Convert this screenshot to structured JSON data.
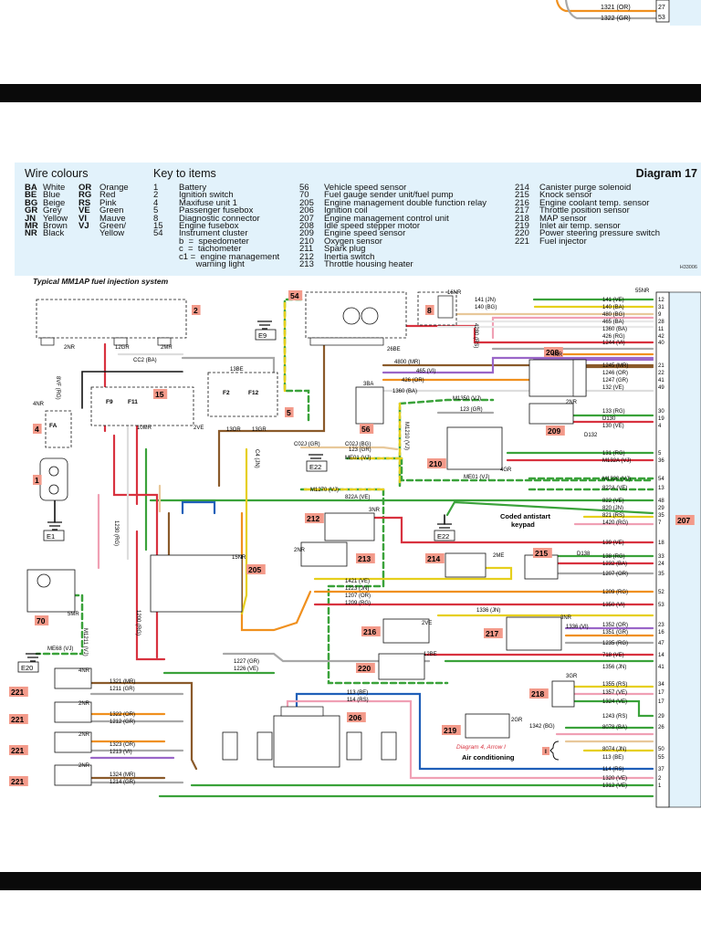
{
  "page": {
    "diagram_title": "Diagram 17",
    "subtitle": "Typical MM1AP fuel injection system",
    "ref_code": "H33006"
  },
  "wire_colours": {
    "title": "Wire colours",
    "left": [
      [
        "BA",
        "White"
      ],
      [
        "BE",
        "Blue"
      ],
      [
        "BG",
        "Beige"
      ],
      [
        "GR",
        "Grey"
      ],
      [
        "JN",
        "Yellow"
      ],
      [
        "MR",
        "Brown"
      ],
      [
        "NR",
        "Black"
      ]
    ],
    "right": [
      [
        "OR",
        "Orange"
      ],
      [
        "RG",
        "Red"
      ],
      [
        "RS",
        "Pink"
      ],
      [
        "VE",
        "Green"
      ],
      [
        "VI",
        "Mauve"
      ],
      [
        "VJ",
        "Green/"
      ],
      [
        "",
        "Yellow"
      ]
    ]
  },
  "key_to_items": {
    "title": "Key to items",
    "col1": [
      [
        "1",
        "Battery"
      ],
      [
        "2",
        "Ignition switch"
      ],
      [
        "4",
        "Maxifuse unit 1"
      ],
      [
        "5",
        "Passenger fusebox"
      ],
      [
        "8",
        "Diagnostic connector"
      ],
      [
        "15",
        "Engine fusebox"
      ],
      [
        "54",
        "Instrument cluster"
      ],
      [
        "",
        "b  =  speedometer"
      ],
      [
        "",
        "c  =  tachometer"
      ],
      [
        "",
        "c1 =  engine management"
      ],
      [
        "",
        "       warning light"
      ]
    ],
    "col2": [
      [
        "56",
        "Vehicle speed sensor"
      ],
      [
        "70",
        "Fuel gauge sender unit/fuel pump"
      ],
      [
        "205",
        "Engine management double function relay"
      ],
      [
        "206",
        "Ignition coil"
      ],
      [
        "207",
        "Engine management control unit"
      ],
      [
        "208",
        "Idle speed stepper motor"
      ],
      [
        "209",
        "Engine speed sensor"
      ],
      [
        "210",
        "Oxygen sensor"
      ],
      [
        "211",
        "Spark plug"
      ],
      [
        "212",
        "Inertia switch"
      ],
      [
        "213",
        "Throttle housing heater"
      ]
    ],
    "col3": [
      [
        "214",
        "Canister purge solenoid"
      ],
      [
        "215",
        "Knock sensor"
      ],
      [
        "216",
        "Engine coolant temp. sensor"
      ],
      [
        "217",
        "Throttle position sensor"
      ],
      [
        "218",
        "MAP sensor"
      ],
      [
        "219",
        "Inlet air temp. sensor"
      ],
      [
        "220",
        "Power steering pressure switch"
      ],
      [
        "221",
        "Fuel injector"
      ]
    ]
  },
  "top_fragment": {
    "wires": [
      "1321 (OR)",
      "1322 (GR)"
    ],
    "pins": [
      "27",
      "53"
    ]
  },
  "components": {
    "c1": "1",
    "c2": "2",
    "c4": "4",
    "c5": "5",
    "c8": "8",
    "c15": "15",
    "c54": "54",
    "c56": "56",
    "c70": "70",
    "c205": "205",
    "c206": "206",
    "c207": "207",
    "c208": "208",
    "c209": "209",
    "c210": "210",
    "c212": "212",
    "c213": "213",
    "c214": "214",
    "c215": "215",
    "c216": "216",
    "c217": "217",
    "c218": "218",
    "c219": "219",
    "c220": "220",
    "c221": "221"
  },
  "earths": [
    "E1",
    "E9",
    "E20",
    "E22"
  ],
  "fuses": [
    "FA",
    "F9",
    "F11",
    "F2",
    "F12"
  ],
  "ecu_labels": [
    {
      "wire": "141 (VE)",
      "pin": "12"
    },
    {
      "wire": "140 (BA)",
      "pin": "31"
    },
    {
      "wire": "480 (BG)",
      "pin": "9"
    },
    {
      "wire": "465 (BA)",
      "pin": "28"
    },
    {
      "wire": "1360 (BA)",
      "pin": "11"
    },
    {
      "wire": "426 (RG)",
      "pin": "42"
    },
    {
      "wire": "1244 (VI)",
      "pin": "40"
    },
    {
      "wire": "1245 (MR)",
      "pin": "21"
    },
    {
      "wire": "1246 (OR)",
      "pin": "22"
    },
    {
      "wire": "1247 (GR)",
      "pin": "41"
    },
    {
      "wire": "132 (VE)",
      "pin": "49"
    },
    {
      "wire": "133 (RG)",
      "pin": "30"
    },
    {
      "wire": "D130",
      "pin": "19"
    },
    {
      "wire": "130 (VE)",
      "pin": "4"
    },
    {
      "wire": "131 (RG)",
      "pin": "5"
    },
    {
      "wire": "M132A (VJ)",
      "pin": "36"
    },
    {
      "wire": "M1320 (VJ)",
      "pin": "54"
    },
    {
      "wire": "822A (VE)",
      "pin": "13"
    },
    {
      "wire": "822 (VE)",
      "pin": "48"
    },
    {
      "wire": "820 (JN)",
      "pin": "29"
    },
    {
      "wire": "821 (RS)",
      "pin": "35"
    },
    {
      "wire": "1420 (RG)",
      "pin": "7"
    },
    {
      "wire": "139 (VE)",
      "pin": "18"
    },
    {
      "wire": "138 (RG)",
      "pin": "33"
    },
    {
      "wire": "1232 (BA)",
      "pin": "24"
    },
    {
      "wire": "1207 (OR)",
      "pin": "35"
    },
    {
      "wire": "1209 (RG)",
      "pin": "52"
    },
    {
      "wire": "1350 (VI)",
      "pin": "53"
    },
    {
      "wire": "1352 (OR)",
      "pin": "23"
    },
    {
      "wire": "1351 (GR)",
      "pin": "16"
    },
    {
      "wire": "1235 (RG)",
      "pin": "47"
    },
    {
      "wire": "718 (VE)",
      "pin": "14"
    },
    {
      "wire": "1356 (JN)",
      "pin": "41"
    },
    {
      "wire": "1355 (RS)",
      "pin": "34"
    },
    {
      "wire": "1357 (VE)",
      "pin": "17"
    },
    {
      "wire": "1324 (VE)",
      "pin": "17"
    },
    {
      "wire": "1243 (RS)",
      "pin": "29"
    },
    {
      "wire": "8078 (BA)",
      "pin": "26"
    },
    {
      "wire": "8074 (JN)",
      "pin": "50"
    },
    {
      "wire": "113 (BE)",
      "pin": "55"
    },
    {
      "wire": "114 (RS)",
      "pin": "37"
    },
    {
      "wire": "1320 (VE)",
      "pin": "2"
    },
    {
      "wire": "1312 (VE)",
      "pin": "1"
    }
  ],
  "wire_labels": {
    "l1": "CC2 (BA)",
    "l2": "4NR",
    "l3": "2NR",
    "l4": "12GR",
    "l5": "2MR",
    "l6": "10MR",
    "l7": "2VE",
    "l8": "13BE",
    "l9": "13OR",
    "l10": "13GR",
    "l11": "16NR",
    "l12": "55NR",
    "l13": "4800 (MR)",
    "l14": "426 (OR)",
    "l15": "3BA",
    "l16": "M1350 (VJ)",
    "l17": "123 (GR)",
    "l18": "C02J (GR)",
    "l19": "C02J (BG)",
    "l20": "123 (GR)",
    "l21": "ME01 (VJ)",
    "l22": "M1270 (VJ)",
    "l23": "822A (VE)",
    "l24": "3NR",
    "l25": "1421 (VE)",
    "l26": "1223 (JN)",
    "l27": "1207 (OR)",
    "l28": "1209 (RG)",
    "l29": "ME68 (VJ)",
    "l30": "1227 (GR)",
    "l31": "1226 (VE)",
    "l32": "1321 (MR)",
    "l33": "1211 (GR)",
    "l34": "1322 (OR)",
    "l35": "1212 (GR)",
    "l36": "1323 (OR)",
    "l37": "1213 (VI)",
    "l38": "1324 (MR)",
    "l39": "1214 (GR)",
    "l40": "113 (BE)",
    "l41": "114 (RS)",
    "l42": "1336 (JN)",
    "l43": "1342 (BG)",
    "l44": "D138",
    "l45": "D132",
    "l46": "4GR",
    "l47": "ME01 (VJ)",
    "l48": "26BE",
    "l49": "M1210 (VJ)",
    "l50": "15NR",
    "l51": "5MR",
    "l52": "M1211 (VJ)",
    "l53": "1200 (RG)",
    "l54": "1230 (RG)",
    "l55": "2ME",
    "l56": "2VE",
    "l57": "3NR",
    "l58": "12BE",
    "l59": "3GR",
    "l60": "2GR",
    "l61": "4NR",
    "l62": "2NR",
    "l63": "2NR",
    "l64": "2NR",
    "l65": "2NR",
    "l66": "2NR",
    "l67": "4NR",
    "l68": "1360 (BA)",
    "l69": "465 (VI)",
    "l70": "141 (JN)",
    "l71": "140 (BG)",
    "l72": "4280 (RS)",
    "l73": "1336 (VI)",
    "l74": "8VF (RG)",
    "l75": "C4 (JN)"
  },
  "notes": {
    "antistart": "Coded antistart\nkeypad",
    "aircon_ref": "Diagram 4, Arrow I",
    "aircon": "Air conditioning"
  },
  "colors": {
    "VE": "#3aa23a",
    "VJ": "#3aa23a",
    "RG": "#d8323f",
    "OR": "#f0901e",
    "GR": "#a8a8a8",
    "BA": "#e8e8e8",
    "BG": "#e8c89a",
    "BE": "#1f5fb8",
    "JN": "#e6cf1c",
    "MR": "#8a5a2a",
    "VI": "#9a66c8",
    "RS": "#f0a0b4",
    "NR": "#111111",
    "accent": "#f39a8a",
    "panel": "#e2f2fb",
    "bar": "#0a0a0a"
  }
}
